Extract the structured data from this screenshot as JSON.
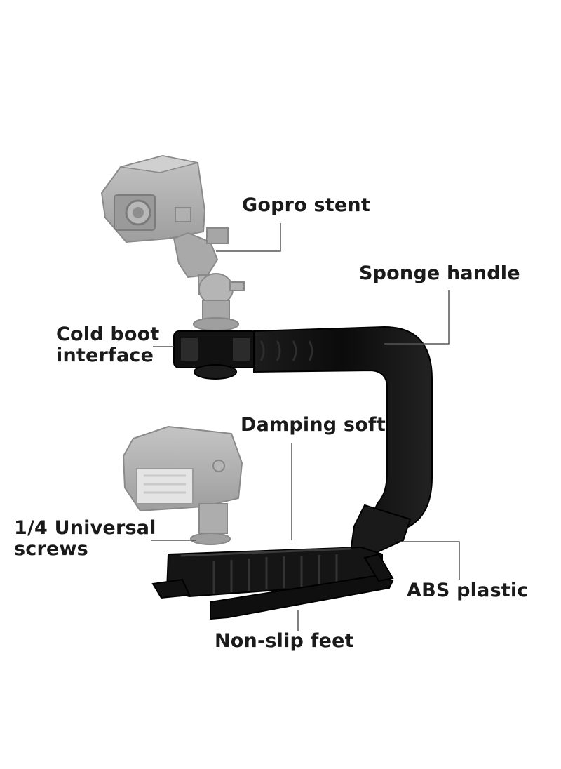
{
  "diagram": {
    "labels": {
      "gopro": "Gopro stent",
      "sponge": "Sponge handle",
      "cold_boot": "Cold boot\ninterface",
      "damping": "Damping soft",
      "screws": "1/4 Universal\nscrews",
      "abs": "ABS plastic",
      "feet": "Non-slip feet"
    },
    "colors": {
      "text": "#1a1a1a",
      "leader": "#555555",
      "accessory": "#a8a8a8",
      "bracket": "#111111"
    },
    "icons": [
      "action-camera-icon",
      "led-light-icon",
      "ball-head-mount-icon",
      "c-bracket-handle-icon"
    ]
  }
}
